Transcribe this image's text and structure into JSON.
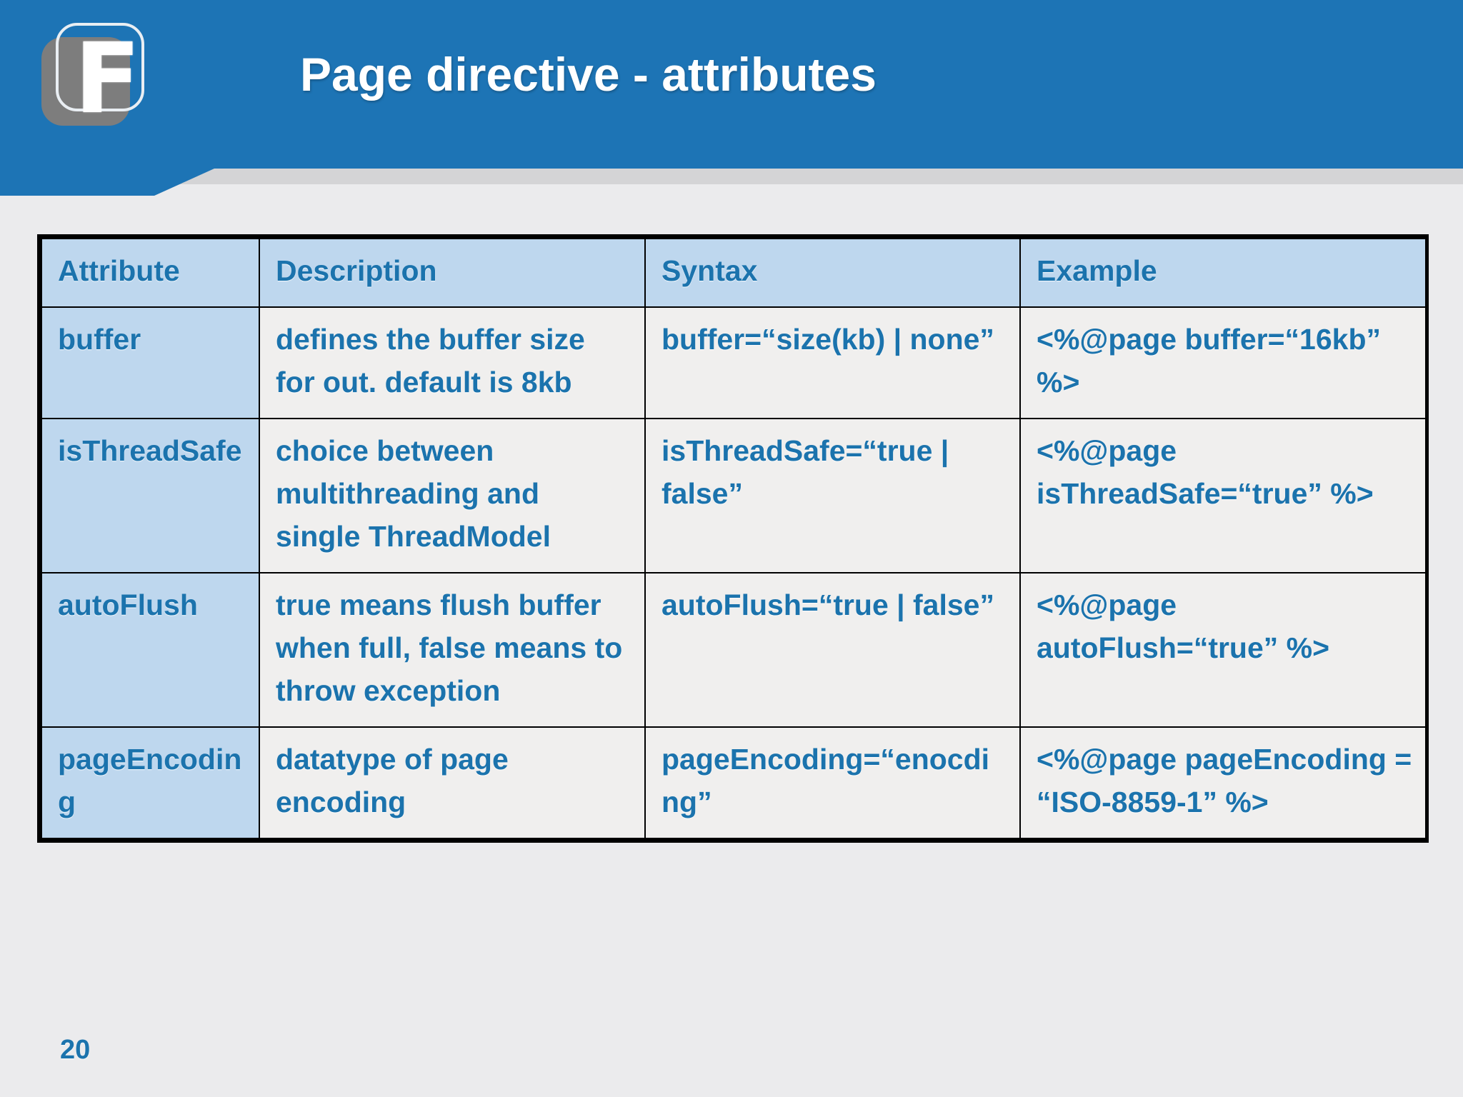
{
  "slide": {
    "title": "Page directive - attributes",
    "page_number": "20",
    "logo_letter": "F",
    "colors": {
      "header_blue": "#1d74b5",
      "text_blue": "#1b73ad",
      "header_cell_bg": "#bed7ee",
      "body_cell_bg": "#f0efee",
      "slide_bg": "#ebebed"
    }
  },
  "table": {
    "headers": [
      "Attribute",
      "Description",
      "Syntax",
      "Example"
    ],
    "rows": [
      {
        "attribute": "buffer",
        "description": "defines the buffer size for out. default is 8kb",
        "syntax": "buffer=“size(kb) | none”",
        "example": "<%@page buffer=“16kb” %>"
      },
      {
        "attribute": "isThreadSafe",
        "description": "choice between multithreading and single ThreadModel",
        "syntax": "isThreadSafe=“true | false”",
        "example": "<%@page isThreadSafe=“true” %>"
      },
      {
        "attribute": "autoFlush",
        "description": "true means flush buffer when full, false means to throw exception",
        "syntax": "autoFlush=“true | false”",
        "example": "<%@page autoFlush=“true” %>"
      },
      {
        "attribute": "pageEncoding",
        "description": "datatype of page encoding",
        "syntax": "pageEncoding=“enocding”",
        "example": "<%@page pageEncoding = “ISO-8859-1” %>"
      }
    ]
  }
}
